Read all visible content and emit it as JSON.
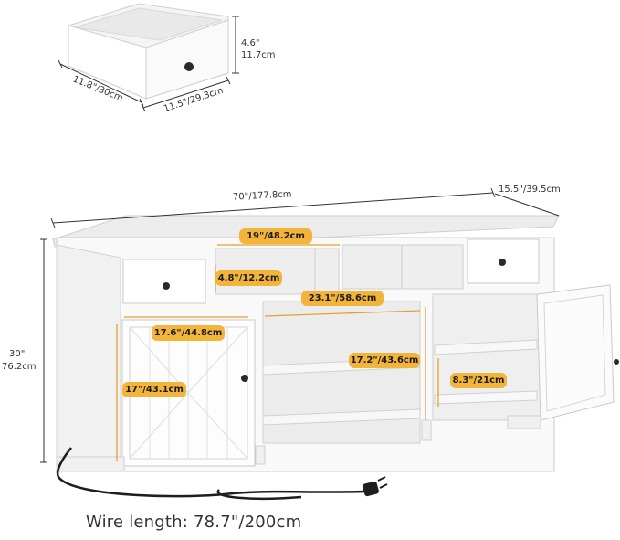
{
  "drawer_dimensions": {
    "height": "4.6\"",
    "height_cm": "11.7cm",
    "depth": "11.8\"/30cm",
    "width": "11.5\"/29.3cm"
  },
  "cabinet_dimensions": {
    "total_width": "70\"/177.8cm",
    "total_depth": "15.5\"/39.5cm",
    "total_height": "30\"",
    "total_height_cm": "76.2cm"
  },
  "compartment_labels": {
    "top_shelf_width": "19\"/48.2cm",
    "top_shelf_height": "4.8\"/12.2cm",
    "middle_width": "23.1\"/58.6cm",
    "door_width": "17.6\"/44.8cm",
    "door_height": "17\"/43.1cm",
    "middle_shelf_height": "17.2\"/43.6cm",
    "right_shelf_height": "8.3\"/21cm"
  },
  "wire_length": "Wire length: 78.7\"/200cm",
  "colors": {
    "label_fill": "#f2b43a",
    "cabinet": "#f7f7f7",
    "outline": "#c9c9c9"
  }
}
